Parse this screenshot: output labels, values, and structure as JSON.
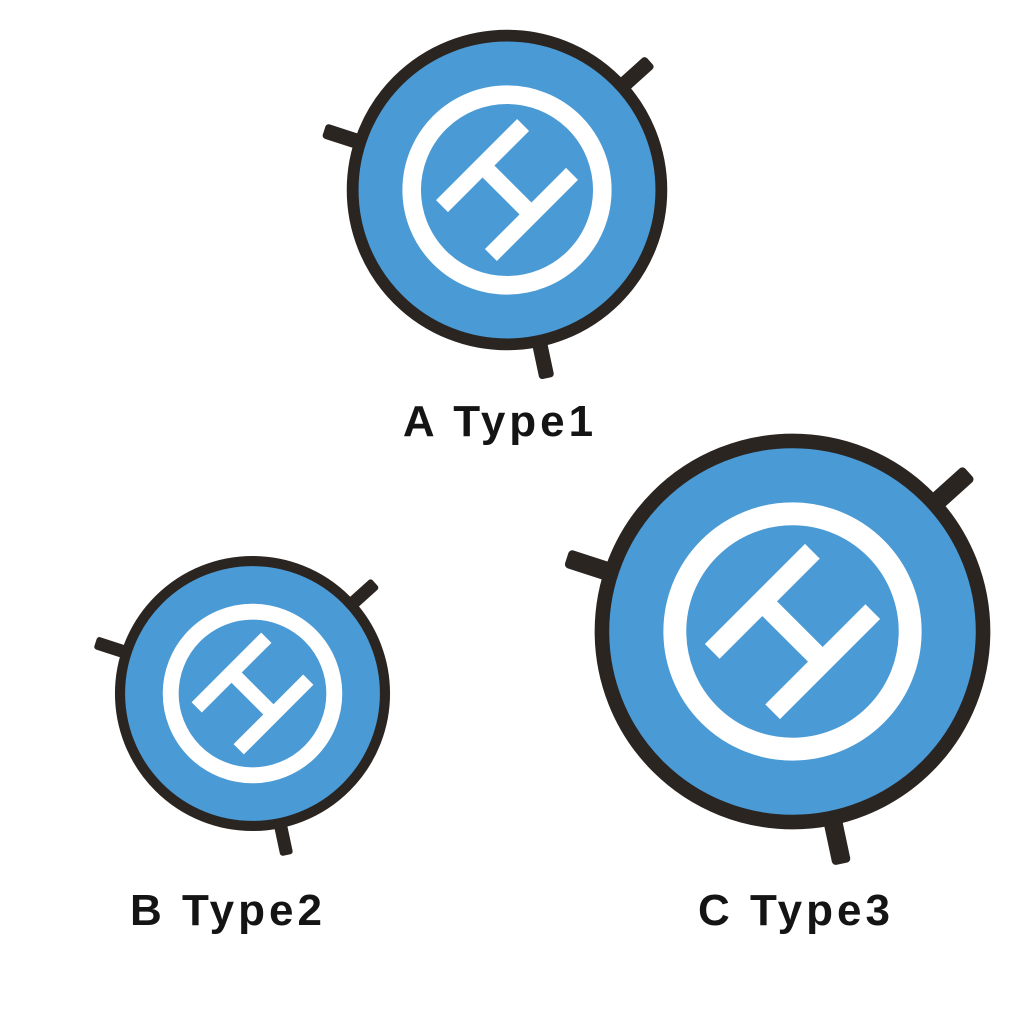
{
  "pads": [
    {
      "id": "A",
      "label": "A Type1",
      "relative_size": "medium"
    },
    {
      "id": "B",
      "label": "B Type2",
      "relative_size": "small"
    },
    {
      "id": "C",
      "label": "C Type3",
      "relative_size": "large"
    }
  ],
  "icons": {
    "helipad": "blue circular drone landing pad with white ring, rotated white H marking and three dark stake tabs"
  },
  "colors": {
    "background": "#ffffff",
    "pad-blue": "#4a9ad5",
    "pad-outline": "#2b2522",
    "ring-white": "#ffffff",
    "label-text": "#141414"
  }
}
